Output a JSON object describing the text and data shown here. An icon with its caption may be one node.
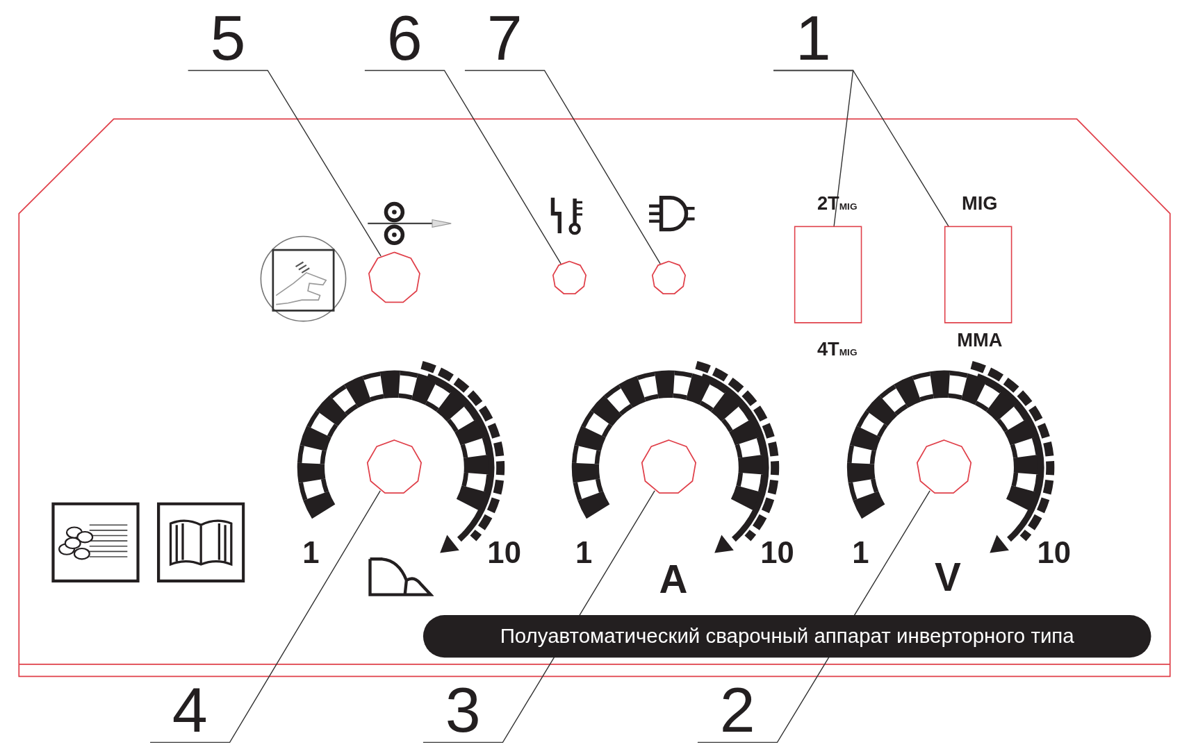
{
  "diagram": {
    "nodes": [
      {
        "text": [
          "5"
        ]
      },
      {
        "text": [
          "6"
        ]
      },
      {
        "text": [
          "7"
        ]
      },
      {
        "text": [
          "1"
        ]
      },
      {
        "text": [],
        "shape": "polygon"
      },
      {
        "text": [],
        "shape": "polygon"
      },
      {
        "text": [],
        "shape": "polygon"
      },
      {
        "text": [],
        "shape": "box",
        "beside": [
          "2T$_{MIG}$",
          "4T$_{MIG}$"
        ]
      },
      {
        "text": [],
        "shape": "box",
        "beside": [
          "MIG",
          "MMA"
        ]
      },
      {
        "text": [],
        "shape": "polygon"
      },
      {
        "text": [],
        "shape": "polygon"
      },
      {
        "text": [],
        "shape": "polygon"
      },
      {
        "text": [
          "4"
        ]
      },
      {
        "text": [
          "3"
        ]
      },
      {
        "text": [
          "2"
        ]
      }
    ],
    "edges": [
      {
        "from": 0,
        "to": 4,
        "arrow": "none"
      },
      {
        "from": 1,
        "to": 5,
        "arrow": "none"
      },
      {
        "from": 2,
        "to": 6,
        "arrow": "none"
      },
      {
        "from": 3,
        "to": 7,
        "arrow": "none"
      },
      {
        "from": 3,
        "to": 8,
        "arrow": "none"
      },
      {
        "from": 12,
        "to": 9,
        "arrow": "none"
      },
      {
        "from": 13,
        "to": 10,
        "arrow": "none"
      },
      {
        "from": 14,
        "to": 11,
        "arrow": "none"
      }
    ],
    "labels": [
      "1",
      "10",
      "1",
      "10",
      "1",
      "10",
      "A",
      "V",
      "Полуавтоматический сварочный аппарат инверторного типа"
    ]
  }
}
